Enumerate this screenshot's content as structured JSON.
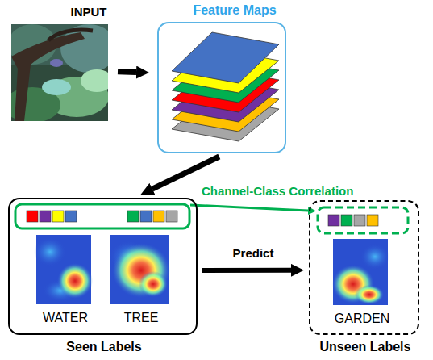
{
  "diagram": {
    "nodes": [
      {
        "text": [
          "INPUT"
        ]
      },
      {
        "text": [
          "Feature Maps"
        ]
      },
      {
        "text": [
          "WATER",
          "TREE",
          "Seen Labels"
        ]
      },
      {
        "text": [
          "GARDEN",
          "Unseen Labels"
        ]
      }
    ],
    "edges": [
      {
        "from": 0,
        "to": 1,
        "arrow": "to"
      },
      {
        "from": 1,
        "to": 2,
        "arrow": "to"
      },
      {
        "from": 2,
        "to": 3,
        "arrow": "to",
        "label": "Predict"
      }
    ],
    "labels": [
      "Channel-Class Correlation"
    ]
  }
}
